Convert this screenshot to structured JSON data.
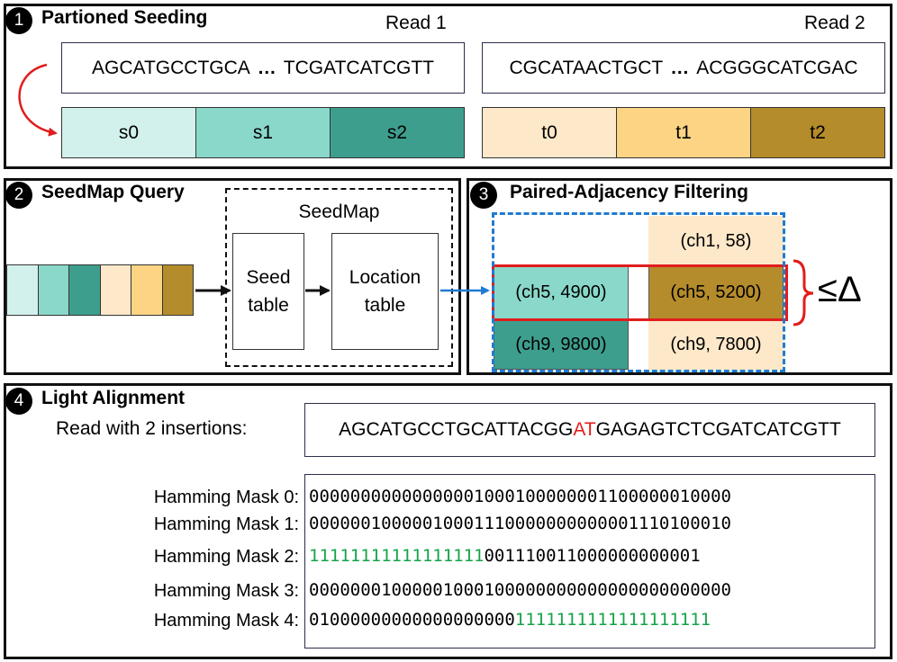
{
  "colors": {
    "s0": "#d3f1ec",
    "s1": "#8ad8ca",
    "s2": "#3e9e8e",
    "t0": "#fde8c9",
    "t1": "#fcd484",
    "t2": "#b58c2b",
    "highlight_red": "#e11d1d",
    "dashed_blue": "#1f7bd0",
    "mask_green": "#16a34a"
  },
  "panel1": {
    "num": "1",
    "title": "Partioned Seeding",
    "read1": {
      "label": "Read 1",
      "seq_start": "AGCATGCCTGCA",
      "ellipsis": "…",
      "seq_end": "TCGATCATCGTT",
      "seeds": [
        "s0",
        "s1",
        "s2"
      ]
    },
    "read2": {
      "label": "Read 2",
      "seq_start": "CGCATAACTGCT",
      "ellipsis": "…",
      "seq_end": "ACGGGCATCGAC",
      "seeds": [
        "t0",
        "t1",
        "t2"
      ]
    }
  },
  "panel2": {
    "num": "2",
    "title": "SeedMap Query",
    "seedmap_label": "SeedMap",
    "seed_table": "Seed table",
    "location_table": "Location table"
  },
  "panel3": {
    "num": "3",
    "title": "Paired-Adjacency Filtering",
    "left_col": [
      "(ch5, 4900)",
      "(ch9, 9800)"
    ],
    "right_col": [
      "(ch1, 58)",
      "(ch5, 5200)",
      "(ch9, 7800)"
    ],
    "threshold": "≤Δ"
  },
  "panel4": {
    "num": "4",
    "title": "Light Alignment",
    "read_label": "Read with 2 insertions:",
    "read_seq": {
      "before": "AGCATGCCTGCATTACGG",
      "insertion": "AT",
      "after": "GAGAGTCTCGATCATCGTT"
    },
    "masks": [
      {
        "label": "Hamming Mask 0:",
        "green_prefix": "",
        "plain": "00000000000000001000100000001100000010000",
        "green_suffix": ""
      },
      {
        "label": "Hamming Mask 1:",
        "green_prefix": "",
        "plain": "00000010000010001110000000000001110100010",
        "green_suffix": ""
      },
      {
        "label": "Hamming Mask 2:",
        "green_prefix": "11111111111111111",
        "plain": "001110011000000000001",
        "green_suffix": ""
      },
      {
        "label": "Hamming Mask 3:",
        "green_prefix": "",
        "plain": "00000001000001000100000000000000000000000",
        "green_suffix": ""
      },
      {
        "label": "Hamming Mask 4:",
        "green_prefix": "",
        "plain": "01000000000000000000",
        "green_suffix": "1111111111111111111"
      }
    ]
  }
}
